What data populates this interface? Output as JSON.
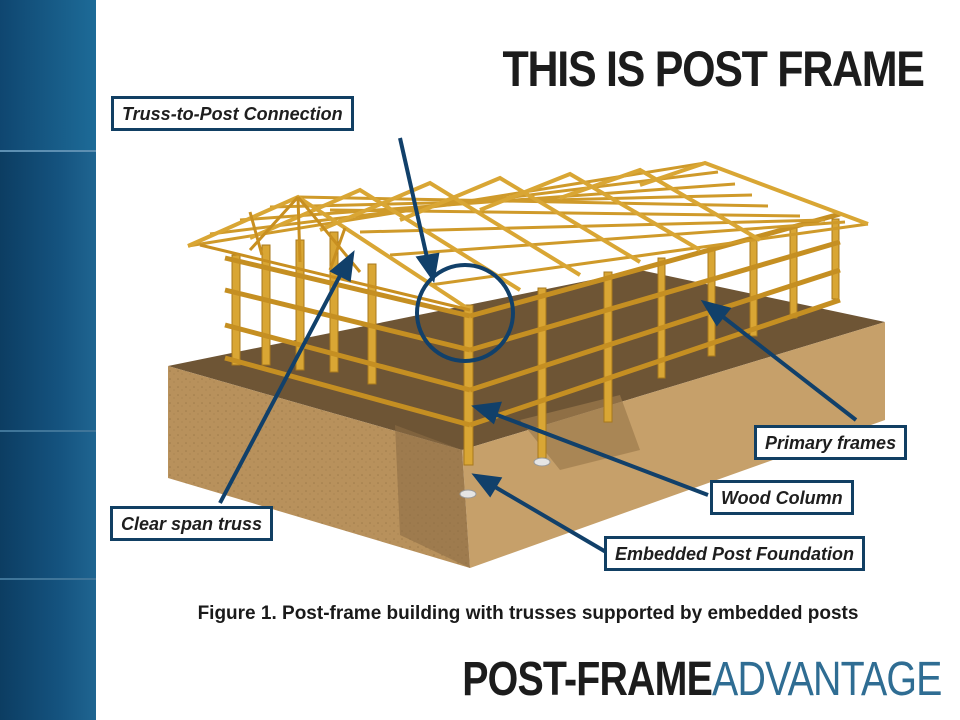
{
  "slide": {
    "title": "THIS IS POST FRAME",
    "caption": "Figure 1. Post-frame building with trusses supported by embedded posts"
  },
  "labels": {
    "truss_to_post": "Truss-to-Post Connection",
    "primary_frames": "Primary frames",
    "wood_column": "Wood Column",
    "clear_span_truss": "Clear span truss",
    "embedded_post_foundation": "Embedded Post Foundation"
  },
  "brand": {
    "part1": "POST-FRAME",
    "part2": "ADVANTAGE"
  },
  "colors": {
    "sidebar": "#0c3d62",
    "callout_border": "#113f63",
    "arrow": "#11406a",
    "brand_accent": "#2f6d93",
    "lumber": "#d9a634",
    "soil": "#8a6d45"
  }
}
